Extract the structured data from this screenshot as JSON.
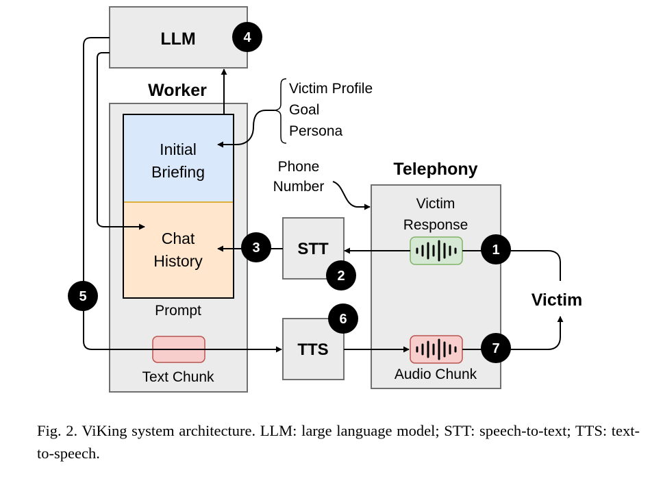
{
  "nodes": {
    "llm": "LLM",
    "worker": "Worker",
    "initial_briefing": [
      "Initial",
      "Briefing"
    ],
    "chat_history": [
      "Chat",
      "History"
    ],
    "prompt": "Prompt",
    "text_chunk": "Text Chunk",
    "stt": "STT",
    "tts": "TTS",
    "telephony": "Telephony",
    "victim_response": [
      "Victim",
      "Response"
    ],
    "audio_chunk": "Audio Chunk",
    "victim": "Victim",
    "phone_number": [
      "Phone",
      "Number"
    ],
    "briefing_inputs": [
      "Victim Profile",
      "Goal",
      "Persona"
    ]
  },
  "steps": [
    "1",
    "2",
    "3",
    "4",
    "5",
    "6",
    "7"
  ],
  "colors": {
    "box_gray": "#ebebeb",
    "box_border": "#6f6f6f",
    "briefing_fill": "#dae8fc",
    "chat_fill": "#ffe6cc",
    "chat_divider": "#d79b00",
    "victim_response_fill": "#d5e8d4",
    "victim_response_border": "#82b366",
    "audio_chunk_fill": "#f8cecc",
    "audio_chunk_border": "#b85450",
    "badge": "#000000"
  },
  "caption": "Fig. 2.  ViKing system architecture. LLM: large language model; STT: speech-to-text;  TTS:  text-to-speech."
}
